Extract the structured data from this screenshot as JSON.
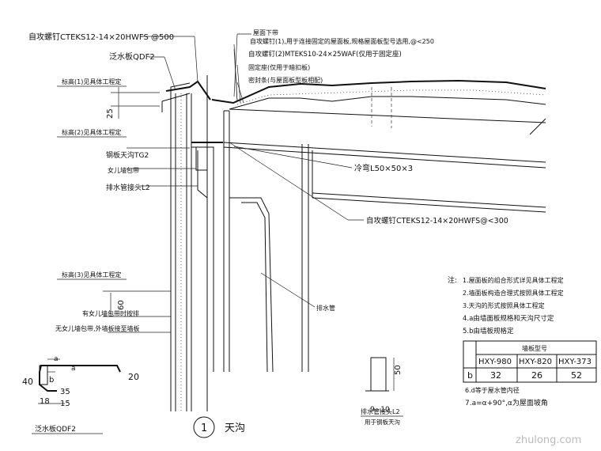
{
  "labels": {
    "screw_top": "自攻螺钉CTEKS12-14×20HWFS @500",
    "flashing": "泛水板QDF2",
    "elev1": "标高(1)见具体工程定",
    "dim_25": "25",
    "elev2": "标高(2)见具体工程定",
    "gutter_tg2": "钢板天沟TG2",
    "sealant_left": "女儿墙包带",
    "downpipe_plate": "排水管接头L2",
    "elev3": "标高(3)见具体工程定",
    "dim_60": "60",
    "parapet_note1": "有女儿墙包带时按排",
    "parapet_note2": "无女儿墙包带,外墙板接至墙板",
    "top_note": "屋面下带",
    "screw1": "自攻螺钉(1),用于连接固定的屋面板,规格屋面板型号选用,@<250",
    "screw2": "自攻螺钉(2)MTEKS10-24×25WAF(仅用于固定座)",
    "bracket": "固定座(仅用于暗扣板)",
    "sealant": "密封条(与屋面板型板相配)",
    "angle": "冷弯L50×50×3",
    "screw3": "自攻螺钉CTEKS12-14×20HWFS@<300",
    "downpipe": "排水管",
    "notes_title": "注:",
    "notes": [
      "1.屋面板的组合形式详见具体工程定",
      "2.墙面板构造合理式按照具体工程定",
      "3.天沟的形式按照具体工程定",
      "4.a由墙面板规格和天沟尺寸定",
      "5.b由墙板规格定",
      "6.d等于屋水管内径",
      "7.a=α+90°,α为屋面坡角"
    ],
    "profile_dims": {
      "a": "a",
      "d40": "40",
      "b": "b",
      "d20": "20",
      "d35": "35",
      "d18": "18",
      "d15": "15"
    },
    "profile_caption": "泛水板QDF2",
    "small_dims": {
      "d50": "50",
      "d910": "9~10"
    },
    "small_caption1": "排水管接头L2",
    "small_caption2": "用于钢板天沟",
    "detail_number": "1",
    "detail_title": "天沟",
    "watermark": "zhulong.com"
  },
  "table": {
    "header": "墙板型号",
    "columns": [
      "HXY-980",
      "HXY-820",
      "HXY-373"
    ],
    "row_label": "b",
    "values": [
      "32",
      "26",
      "52"
    ]
  }
}
